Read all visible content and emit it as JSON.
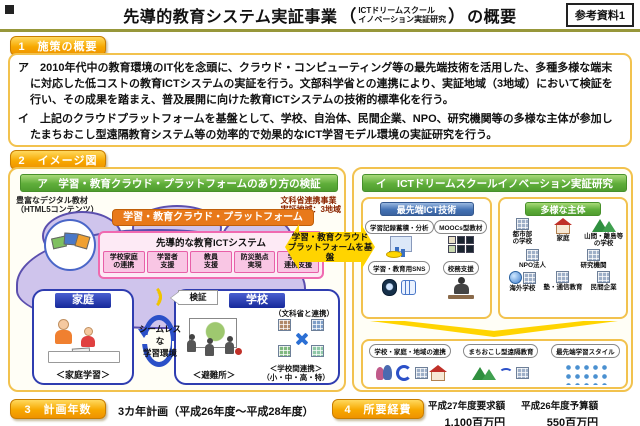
{
  "header": {
    "title_main": "先導的教育システム実証事業",
    "title_paren_open": "（",
    "title_paren_lines": "ICTドリームスクール\nイノベーション実証研究",
    "title_paren_close": "）",
    "title_suffix": "の概要",
    "ref_label": "参考資料1"
  },
  "section1": {
    "badge": "1　施策の概要",
    "para_a": "ア　2010年代中の教育環境のIT化を念頭に、クラウド・コンピューティング等の最先端技術を活用した、多種多様な端末に対応した低コストの教育ICTシステムの実証を行う。文部科学省との連携により、実証地域（3地域）において検証を行い、その成果を踏まえ、普及展開に向けた教育ICTシステムの技術的標準化を行う。",
    "para_i": "イ　上記のクラウドプラットフォームを基盤として、学校、自治体、民間企業、NPO、研究機関等の多様な主体が参加したまちおこし型遠隔教育システム等の効率的で効果的なICT学習モデル環境の実証研究を行う。"
  },
  "section2": {
    "badge": "2　イメージ図",
    "left": {
      "header": "ア　学習・教育クラウド・プラットフォームのあり方の検証",
      "digital_label": "豊富なデジタル教材\n（HTML5コンテンツ）",
      "mext_note": "文科省連携事業\n実証地域：3地域",
      "platform_banner": "学習・教育クラウド・プラットフォーム",
      "system_title": "先導的な教育ICTシステム",
      "system_items": [
        "学校家庭\nの連携",
        "学習者\n支援",
        "教員\n支援",
        "防災拠点\n実現",
        "学校間\n連携支援"
      ],
      "home_label": "家庭",
      "home_caption": "＜家庭学習＞",
      "kensho": "検証",
      "seamless": "シームレス\nな\n学習環境",
      "school_label": "学校",
      "school_note": "（文科省と連携）",
      "shelter_caption": "＜避難所＞",
      "school_link_caption": "＜学校間連携＞\n（小・中・高・特）"
    },
    "center_arrow": "学習・教育クラウド\nプラットフォームを基盤",
    "right": {
      "header": "イ　ICTドリームスクールイノベーション実証研究",
      "ict_header": "最先端ICT技術",
      "ict_items": [
        "学習記録蓄積・分析",
        "MOOCs型教材",
        "学習・教育用SNS",
        "校務支援"
      ],
      "actors_header": "多様な主体",
      "actors": [
        "都市部\nの学校",
        "家庭",
        "山間・離島等\nの学校",
        "NPO法人",
        "研究機関",
        "海外学校",
        "塾・通信教育",
        "民間企業"
      ],
      "bottom_items": [
        "学校・家庭・地域の連携",
        "まちおこし型遠隔教育",
        "最先端学習スタイル"
      ]
    }
  },
  "section3": {
    "badge": "3　計画年数",
    "text": "3カ年計画（平成26年度～平成28年度）"
  },
  "section4": {
    "badge": "4　所要経費",
    "cols": [
      {
        "label": "平成27年度要求額",
        "value": "1,100百万円"
      },
      {
        "label": "平成26年度予算額",
        "value": "550百万円"
      }
    ]
  },
  "colors": {
    "badge_orange": "#f7a800",
    "panel_border": "#f2c24e",
    "header_green": "#5fae3a",
    "header_blue": "#4472b4",
    "banner_orange": "#e8791a",
    "pink_border": "#f06ab0",
    "arrow_yellow": "#ffd400",
    "home_school_blue": "#2f3db0",
    "cloud_lavender": "#cfc4ec",
    "title_rule_olive": "#97973a"
  },
  "icons": {
    "digital-materials-icon": "circle-with-image-tiles",
    "cloud-shape": "lavender-cloud",
    "wifi-icon": "signal-arcs",
    "cycle-icon": "circular-arrows",
    "learning-analytics-icon": "bar-chart-with-coins",
    "moocs-icon": "video-tile-grid",
    "sns-icon": "devices-pair",
    "school-affairs-icon": "person-at-desk",
    "building-icon": "windowed-building",
    "house-icon": "red-roof-house",
    "mountain-icon": "green-mountains",
    "globe-icon": "blue-globe",
    "people-icon": "two-figures",
    "network-icon": "node-dot-mesh",
    "x-link-icon": "blue-cross-arrows"
  }
}
